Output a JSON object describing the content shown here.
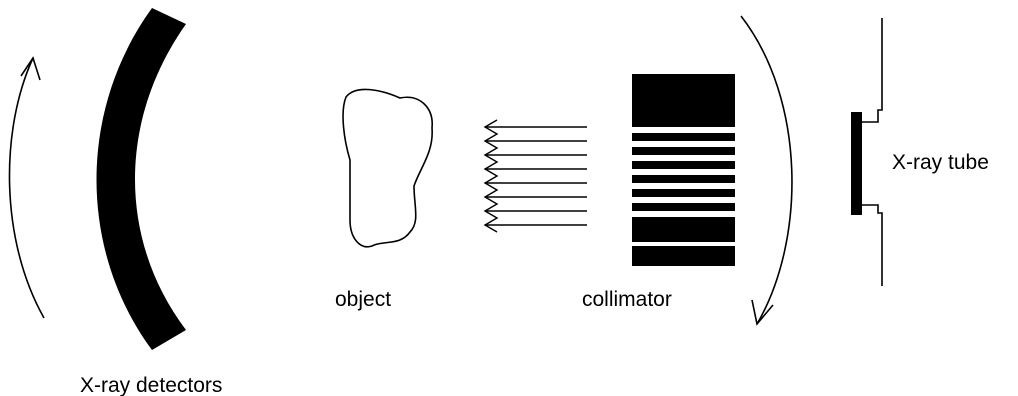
{
  "labels": {
    "detectors": "X-ray detectors",
    "object": "object",
    "collimator": "collimator",
    "tube": "X-ray tube"
  },
  "colors": {
    "ink": "#000000",
    "background": "#ffffff"
  }
}
